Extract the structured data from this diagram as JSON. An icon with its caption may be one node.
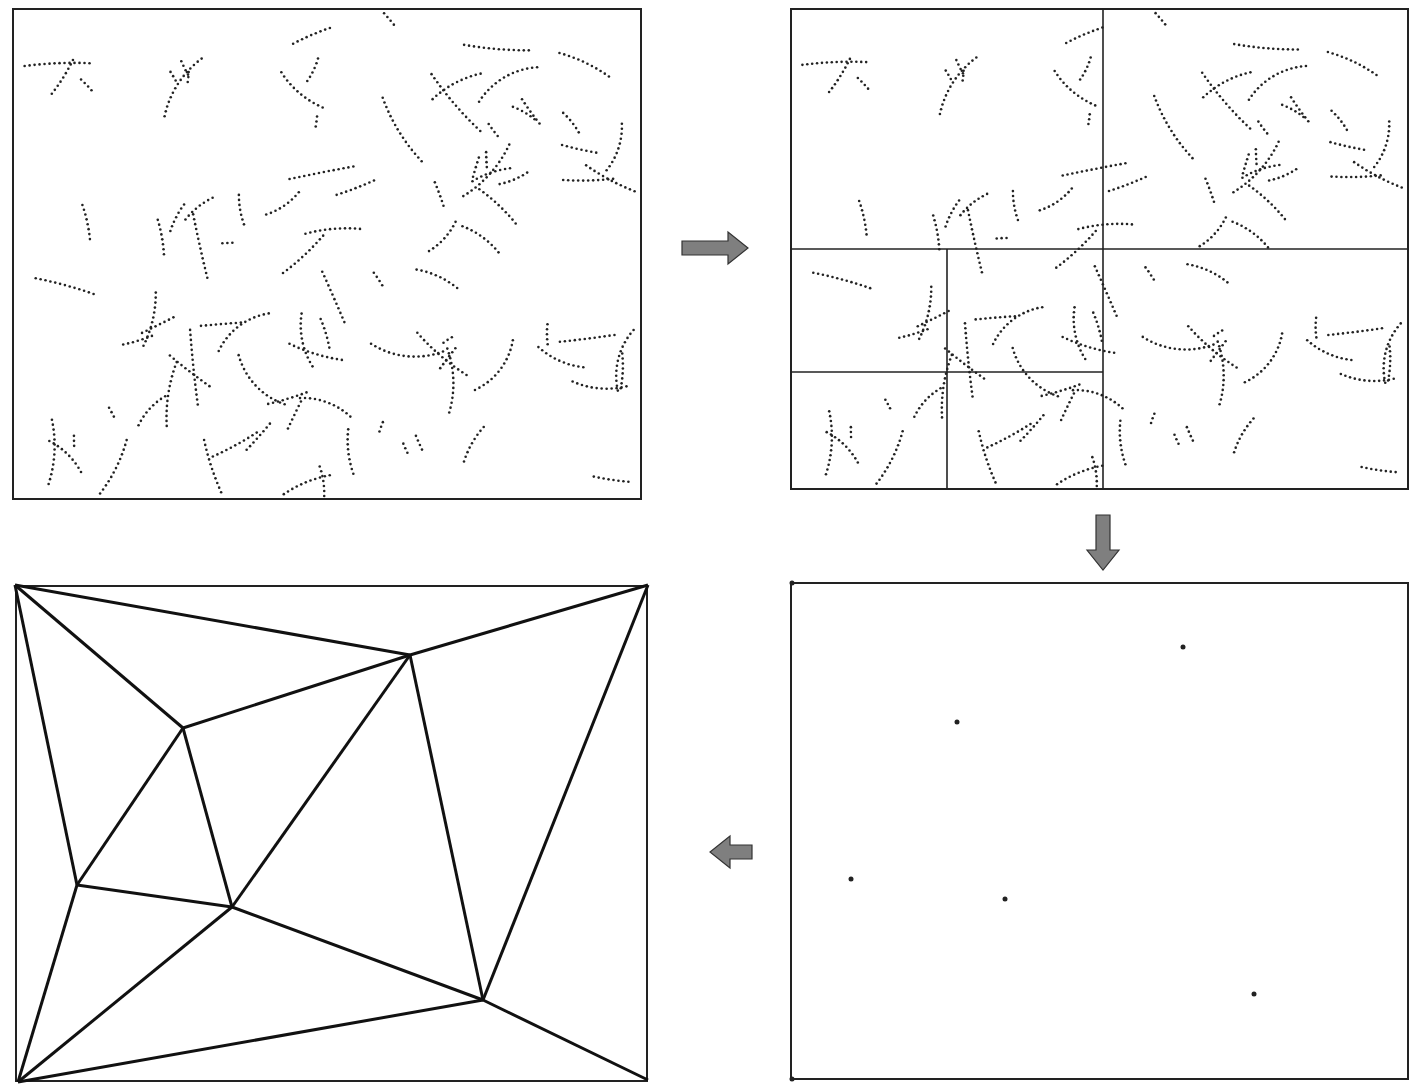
{
  "diagram": {
    "nodes": [
      {
        "text": [],
        "shape": "picture"
      },
      {
        "text": [],
        "shape": "picture"
      },
      {
        "text": [],
        "shape": "picture"
      },
      {
        "text": [],
        "shape": "picture"
      }
    ],
    "edges": [
      {
        "from": 0,
        "to": 1,
        "arrow": "to"
      },
      {
        "from": 1,
        "to": 2,
        "arrow": "to"
      },
      {
        "from": 2,
        "to": 3,
        "arrow": "to"
      }
    ]
  }
}
